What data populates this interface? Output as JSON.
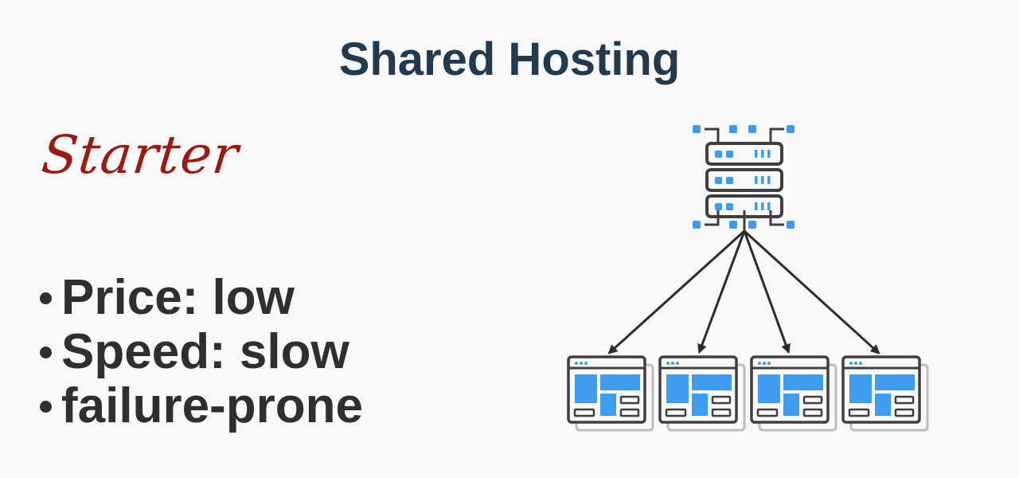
{
  "slide": {
    "title": "Shared Hosting",
    "tier_label": "Starter",
    "features": [
      {
        "text": "Price: low"
      },
      {
        "text": "Speed: slow"
      },
      {
        "text": "failure-prone"
      }
    ]
  },
  "diagram": {
    "server": {
      "icon": "server-rack-icon",
      "units": 3
    },
    "sites": [
      {
        "icon": "website-icon"
      },
      {
        "icon": "website-icon"
      },
      {
        "icon": "website-icon"
      },
      {
        "icon": "website-icon"
      }
    ]
  },
  "colors": {
    "background": "#f9f9f9",
    "title": "#223a4d",
    "tier": "#9b1a12",
    "body_text": "#2f2f2f",
    "icon_outline": "#3f3f3f",
    "icon_accent": "#3f9bf0",
    "icon_shadow": "#bdbdbd",
    "arrow": "#2b2b2b"
  }
}
